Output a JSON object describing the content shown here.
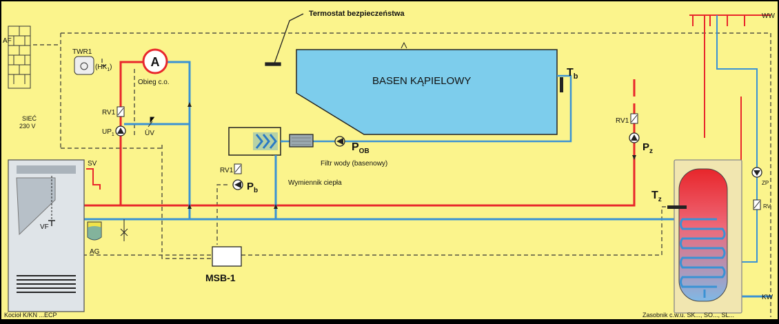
{
  "colors": {
    "background": "#fbf48c",
    "hot_pipe": "#e8262b",
    "cold_pipe": "#3a92d4",
    "pool": "#7dcdec",
    "dashed": "#333333"
  },
  "labels": {
    "thermostat": "Termostat bezpieczeństwa",
    "pool": "BASEN KĄPIELOWY",
    "tb": "T",
    "tb_sub": "b",
    "pob": "P",
    "pob_sub": "OB",
    "filter": "Filtr wody (basenowy)",
    "exchanger": "Wymiennik ciepła",
    "pb": "P",
    "pb_sub": "b",
    "rv1_b": "RV1",
    "msb": "MSB-1",
    "circuit": "Obieg c.o.",
    "circuit_symbol": "A",
    "twr": "TWR1",
    "hk": "(HK",
    "hk_sub": "1",
    "hk_end": ")",
    "rv1_top": "RV1",
    "up": "UP",
    "up_sub": "1",
    "uv": "ÜV",
    "siec": "SIEĆ",
    "voltage": "230 V",
    "af": "AF",
    "sv": "SV",
    "vf": "VF",
    "ag": "AG",
    "boiler": "Kocioł K/KN ...ECP",
    "tz": "T",
    "tz_sub": "z",
    "pz": "P",
    "pz_sub": "z",
    "rv1_r": "RV1",
    "ww": "WW",
    "kw": "KW",
    "zp": "ZP",
    "rv": "RV",
    "tank": "Zasobnik c.w.u. SK..., SO..., SL..."
  }
}
